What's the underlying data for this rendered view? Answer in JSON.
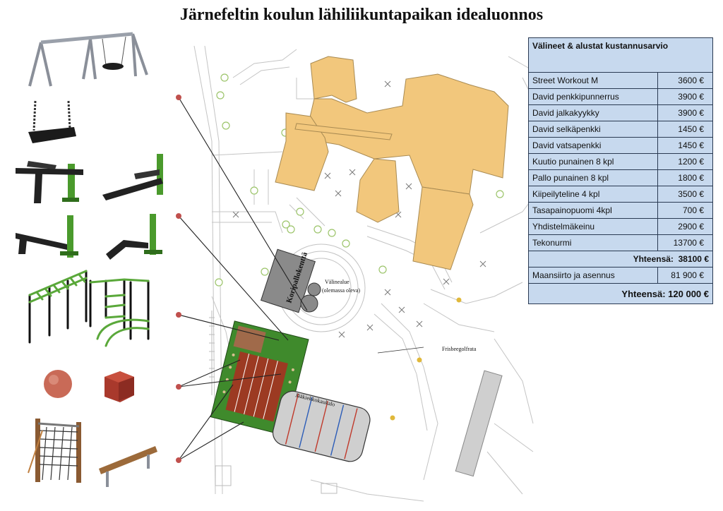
{
  "title": "Järnefeltin koulun lähiliikuntapaikan idealuonnos",
  "map_labels": {
    "koripallokentta": "Koripallokenttä",
    "valinealue": "Välinealue",
    "olemassa": "(olemassa oleva)",
    "frisbeegolf": "Frisbeegolfrata",
    "jaakiekko": "Jääkiekkokaukalo"
  },
  "cost_table": {
    "header": "Välineet & alustat kustannusarvio",
    "items": [
      {
        "name": "Street Workout M",
        "price": "3600 €"
      },
      {
        "name": "David penkkipunnerrus",
        "price": "3900 €"
      },
      {
        "name": "David jalkakyykky",
        "price": "3900 €"
      },
      {
        "name": "David selkäpenkki",
        "price": "1450 €"
      },
      {
        "name": "David vatsapenkki",
        "price": "1450 €"
      },
      {
        "name": "Kuutio punainen 8 kpl",
        "price": "1200 €"
      },
      {
        "name": "Pallo punainen  8 kpl",
        "price": "1800 €"
      },
      {
        "name": "Kiipeilyteline 4 kpl",
        "price": "3500 €"
      },
      {
        "name": "Tasapainopuomi 4kpl",
        "price": "700 €"
      },
      {
        "name": "Yhdistelmäkeinu",
        "price": "2900 €"
      },
      {
        "name": "Tekonurmi",
        "price": "13700 €"
      }
    ],
    "subtotal_label": "Yhteensä:",
    "subtotal_value": "38100 €",
    "install_label": "Maansiirto ja asennus",
    "install_value": "81 900 €",
    "grand_total": "Yhteensä: 120 000 €"
  },
  "colors": {
    "building": "#f2c77c",
    "court": "#8a8a8a",
    "grass": "#3f8a2c",
    "track": "#9c3a22",
    "rink": "#cfcfcf",
    "table_bg": "#c7d9ee",
    "marker": "#c0504d"
  }
}
